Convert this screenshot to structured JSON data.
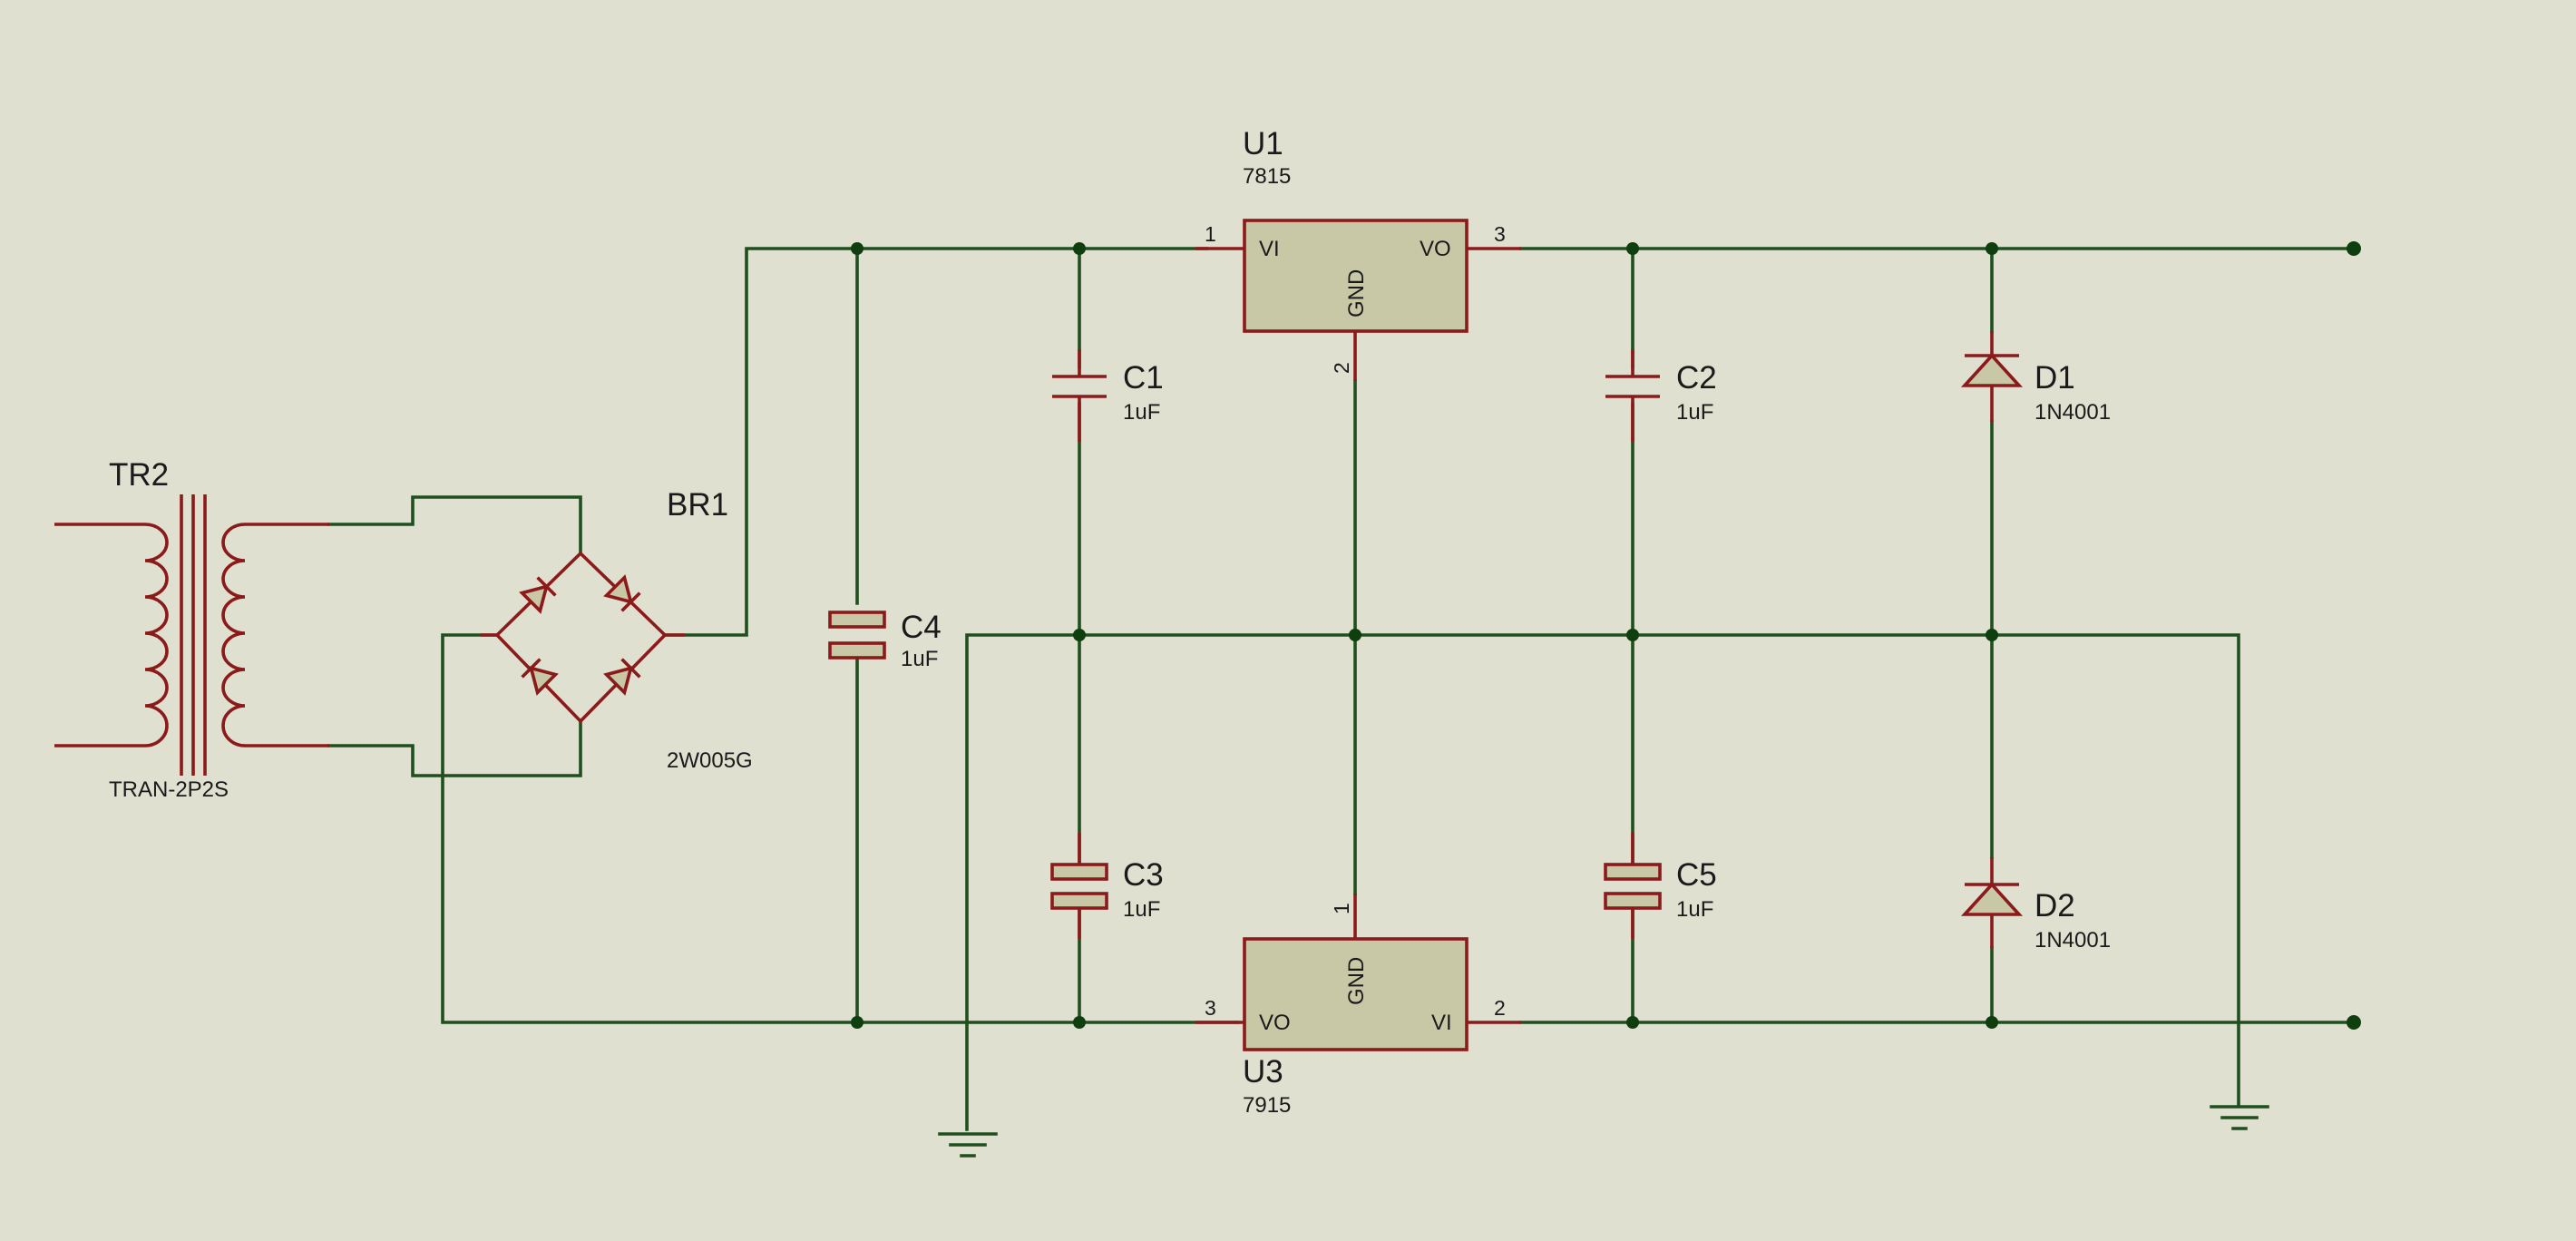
{
  "colors": {
    "background": "#e0e0d1",
    "wire": "#1f4f1f",
    "component": "#8b1a1a",
    "component_fill": "#c8c7a6",
    "junction": "#0f3f0f"
  },
  "transformer": {
    "ref": "TR2",
    "value": "TRAN-2P2S",
    "icon": "transformer-icon"
  },
  "bridge": {
    "ref": "BR1",
    "value": "2W005G",
    "icon": "bridge-rectifier-icon"
  },
  "c1": {
    "ref": "C1",
    "value": "1uF"
  },
  "c2": {
    "ref": "C2",
    "value": "1uF"
  },
  "c3": {
    "ref": "C3",
    "value": "1uF"
  },
  "c4": {
    "ref": "C4",
    "value": "1uF"
  },
  "c5": {
    "ref": "C5",
    "value": "1uF"
  },
  "d1": {
    "ref": "D1",
    "value": "1N4001"
  },
  "d2": {
    "ref": "D2",
    "value": "1N4001"
  },
  "u1": {
    "ref": "U1",
    "value": "7815",
    "pin_vi": "VI",
    "pin_vo": "VO",
    "pin_gnd": "GND",
    "pin_num_in": "1",
    "pin_num_out": "3",
    "pin_num_gnd": "2"
  },
  "u3": {
    "ref": "U3",
    "value": "7915",
    "pin_vi": "VI",
    "pin_vo": "VO",
    "pin_gnd": "GND",
    "pin_num_in": "2",
    "pin_num_out": "3",
    "pin_num_gnd": "1"
  }
}
